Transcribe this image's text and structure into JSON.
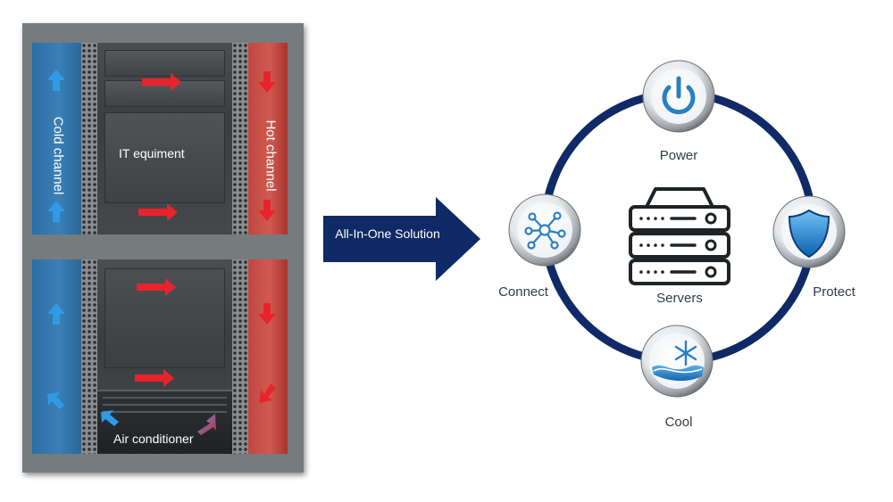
{
  "rack": {
    "cold_label": "Cold channel",
    "hot_label": "Hot channel",
    "it_label": "IT equiment",
    "ac_label": "Air conditioner"
  },
  "middle": {
    "solution_label": "All-In-One Solution"
  },
  "diagram": {
    "center_label": "Servers",
    "nodes": {
      "power": "Power",
      "protect": "Protect",
      "cool": "Cool",
      "connect": "Connect"
    }
  },
  "colors": {
    "ring": "#0f2a66",
    "arrow": "#0f2a66",
    "cold": "#3a7fb5",
    "hot": "#cf5a50",
    "flow_red": "#e8242a",
    "flow_blue": "#2f9be6",
    "icon_blue": "#2b7fc4"
  },
  "icons": {
    "power": "power-icon",
    "protect": "shield-icon",
    "cool": "snowflake-wave-icon",
    "connect": "network-hub-icon",
    "servers": "server-stack-icon"
  }
}
